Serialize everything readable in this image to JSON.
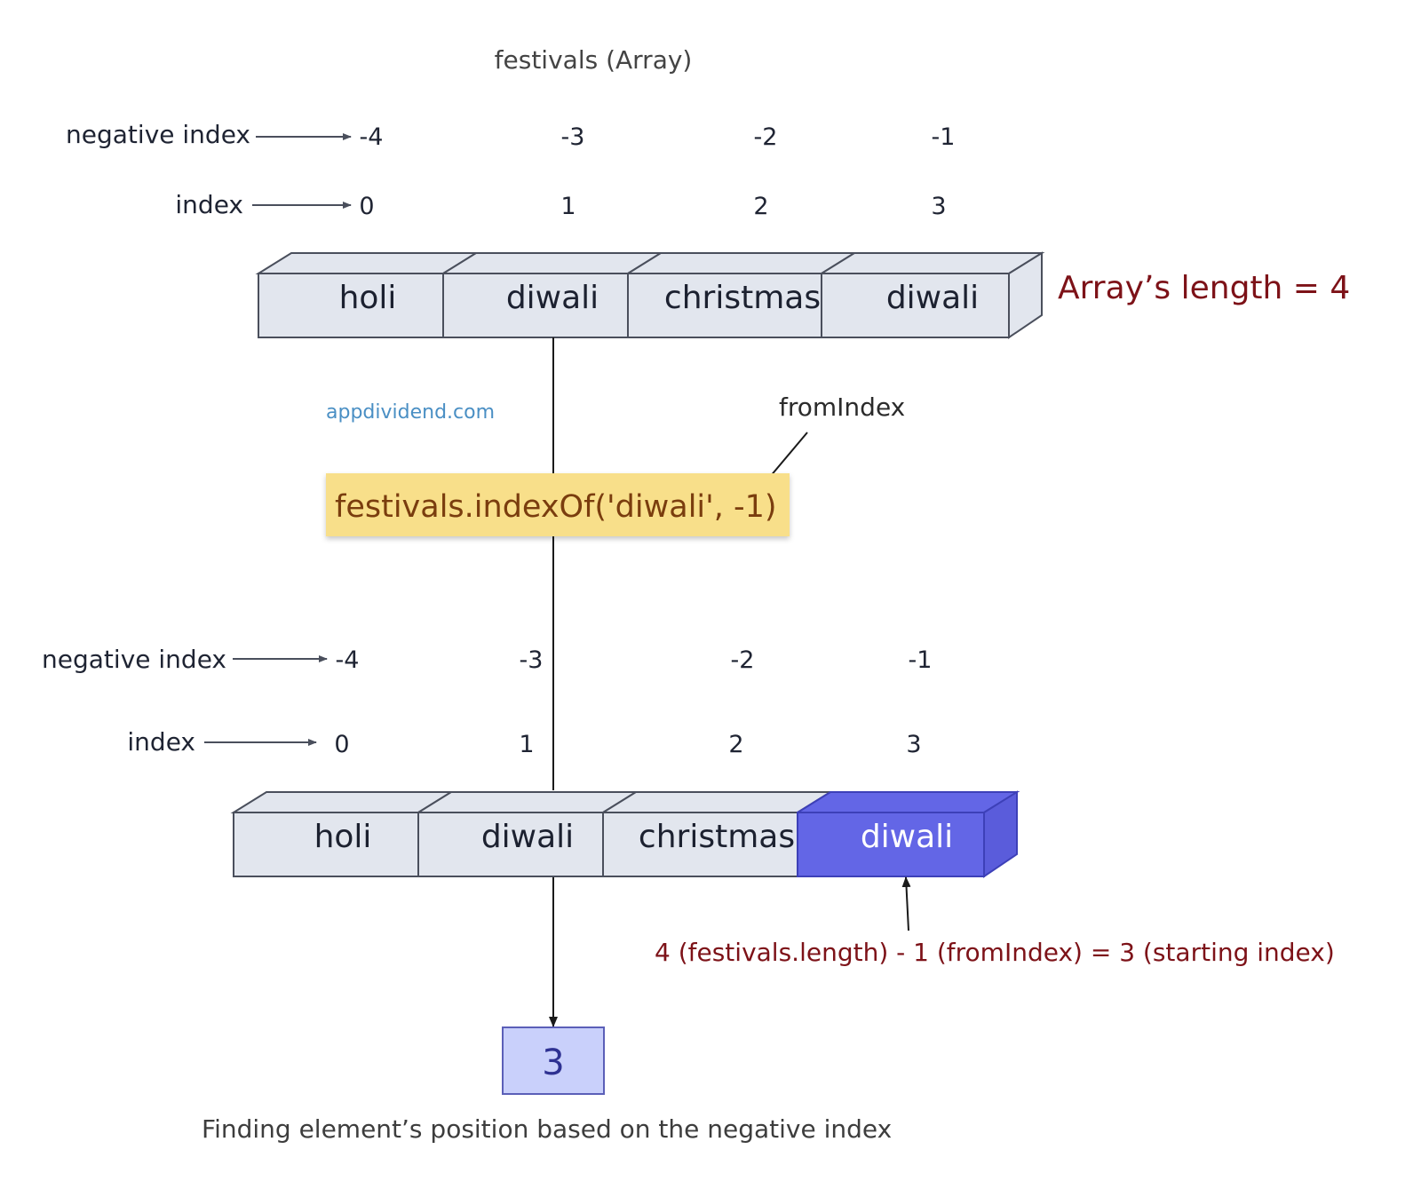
{
  "title": "festivals (Array)",
  "top_section": {
    "negative_index_label": "negative index",
    "index_label": "index",
    "negative_indices": [
      "-4",
      "-3",
      "-2",
      "-1"
    ],
    "indices": [
      "0",
      "1",
      "2",
      "3"
    ],
    "cells": [
      "holi",
      "diwali",
      "christmas",
      "diwali"
    ],
    "length_annotation": "Array’s length = 4"
  },
  "watermark": "appdividend.com",
  "from_index_label": "fromIndex",
  "code_call": "festivals.indexOf('diwali', -1)",
  "bottom_section": {
    "negative_index_label": "negative index",
    "index_label": "index",
    "negative_indices": [
      "-4",
      "-3",
      "-2",
      "-1"
    ],
    "indices": [
      "0",
      "1",
      "2",
      "3"
    ],
    "cells": [
      "holi",
      "diwali",
      "christmas",
      "diwali"
    ],
    "highlighted_cell": 3
  },
  "formula": "4 (festivals.length) - 1 (fromIndex) = 3 (starting index)",
  "result": "3",
  "caption": "Finding element’s position based on the negative index",
  "colors": {
    "cell_fill": "#e2e6ee",
    "highlight_fill": "#6366e6",
    "code_bg": "#f8df8a",
    "result_bg": "#c9d0fb",
    "annotation_red": "#7d1218",
    "watermark_blue": "#4a8fc4"
  }
}
